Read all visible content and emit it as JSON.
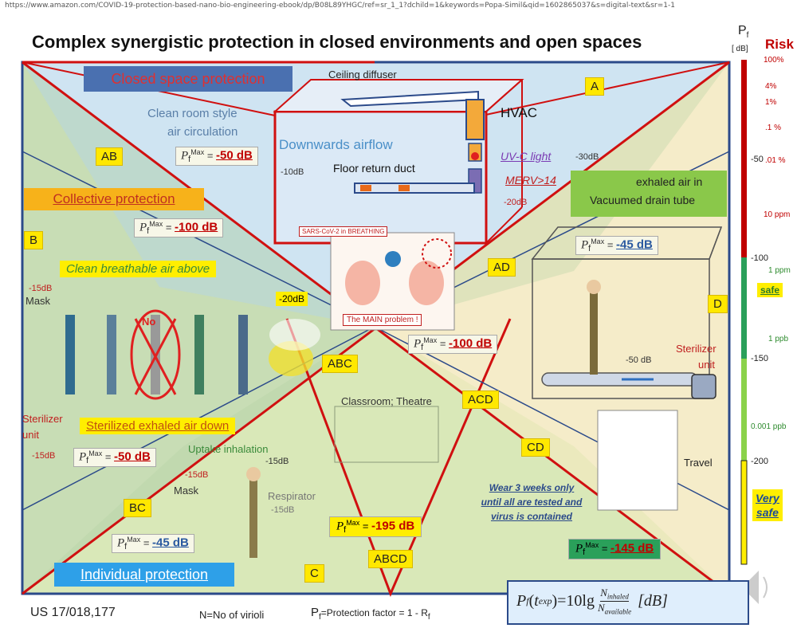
{
  "url": "https://www.amazon.com/COVID-19-protection-based-nano-bio-engineering-ebook/dp/B08L89YHGC/ref=sr_1_1?dchild=1&keywords=Popa-Simil&qid=1602865037&s=digital-text&sr=1-1",
  "title": "Complex synergistic protection in closed environments and open spaces",
  "scale": {
    "symbol": "P",
    "sub": "f",
    "unit": "[ dB]",
    "risk": "Risk",
    "ticks": [
      "-50",
      "-100",
      "-150",
      "-200"
    ],
    "risk_labels": [
      "100%",
      "4%",
      "1%",
      ".1 %",
      ".01 %",
      "10 ppm",
      "1 ppm",
      "1 ppb",
      "0.001 ppb"
    ],
    "safe": "safe",
    "very": "Very",
    "very_safe": "safe",
    "colors": {
      "red": "#c00000",
      "green_dark": "#2aa05a",
      "green_light": "#8ad24a",
      "yellow": "#ffee00"
    }
  },
  "zones": {
    "A": "A",
    "B": "B",
    "C": "C",
    "D": "D",
    "AB": "AB",
    "AD": "AD",
    "BC": "BC",
    "CD": "CD",
    "ABC": "ABC",
    "ACD": "ACD",
    "ABCD": "ABCD"
  },
  "closed": {
    "header": "Closed space protection",
    "ceiling": "Ceiling diffuser",
    "hvac": "HVAC",
    "clean_room": "Clean room style",
    "air_circ": "air circulation",
    "pf": "-50 dB",
    "downwards": "Downwards airflow",
    "minus10": "-10dB",
    "floor": "Floor return duct",
    "uvc": "UV-C light",
    "uvc_db": "-30dB",
    "merv": "MERV>14",
    "merv_db": "-20dB"
  },
  "collective": {
    "header": "Collective protection",
    "pf": "-100 dB",
    "clean_air": "Clean breathable air above",
    "mask_db": "-15dB",
    "mask": "Mask",
    "db20": "-20dB",
    "sterilized": "Sterilized exhaled air down",
    "sterilizer": "Sterilizer",
    "unit": "unit",
    "unit_db": "-15dB",
    "pf2": "-50 dB",
    "no": "No"
  },
  "center": {
    "sars": "SARS-CoV-2 in BREATHING",
    "main": "The MAIN problem !",
    "pf": "-100 dB",
    "classroom": "Classroom; Theatre",
    "pf_abcd": "-195 dB"
  },
  "vacuum": {
    "exhaled": "exhaled air in",
    "drain": "Vacuumed drain tube",
    "pf": "-45 dB",
    "db50": "-50 dB",
    "sterilizer": "Sterilizer",
    "unit": "unit",
    "travel": "Travel",
    "pf2": "-145 dB"
  },
  "individual": {
    "header": "Individual protection",
    "uptake": "Uptake inhalation",
    "uptake_db": "-15dB",
    "mask_db": "-15dB",
    "mask": "Mask",
    "resp": "Respirator",
    "resp_db": "-15dB",
    "pf": "-45 dB"
  },
  "wear": {
    "l1": "Wear 3 weeks only",
    "l2": "until all are tested and",
    "l3": "virus is contained"
  },
  "pf_label": {
    "sym": "P",
    "sub": "f",
    "sup": "Max",
    "eq": "="
  },
  "footer": {
    "patent": "US 17/018,177",
    "n_def": "N=No of virioli",
    "pf_def_a": "P",
    "pf_def_sub": "f",
    "pf_def_b": "=Protection  factor = 1 - R",
    "pf_def_sub2": "f"
  },
  "formula": {
    "lhs": "P",
    "lhs_sub": "f",
    "arg": "t",
    "arg_sub": "exp",
    "eq": "=10lg",
    "num": "N",
    "num_sub": "inhaled",
    "den": "N",
    "den_sub": "available",
    "unit": "[dB]"
  }
}
